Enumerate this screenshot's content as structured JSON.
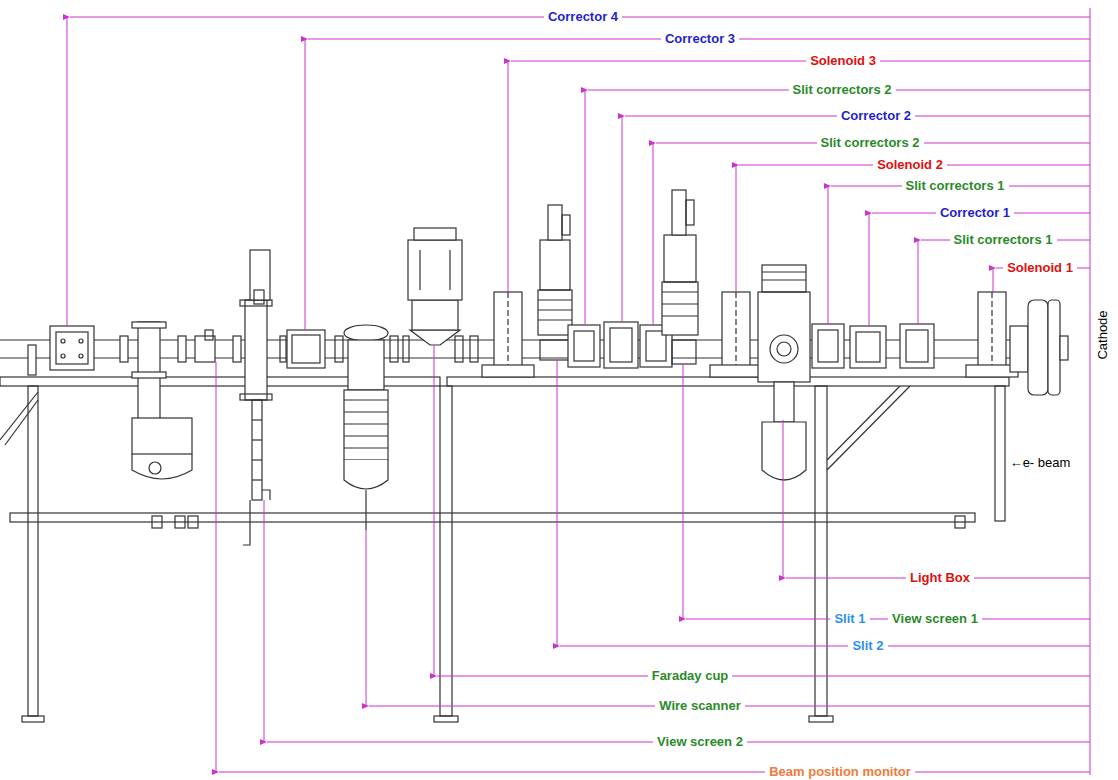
{
  "diagram": {
    "labels": [
      "Corrector 4",
      "Corrector 3",
      "Solenoid 3",
      "Slit correctors 2",
      "Corrector 2",
      "Slit correctors 2",
      "Solenoid 2",
      "Slit correctors 1",
      "Corrector 1",
      "Slit correctors 1",
      "Solenoid 1",
      "Cathode",
      "←e- beam",
      "Light Box",
      "Slit 1",
      "View screen 1",
      "Slit 2",
      "Faraday cup",
      "Wire scanner",
      "View screen 2",
      "Beam position monitor"
    ]
  }
}
